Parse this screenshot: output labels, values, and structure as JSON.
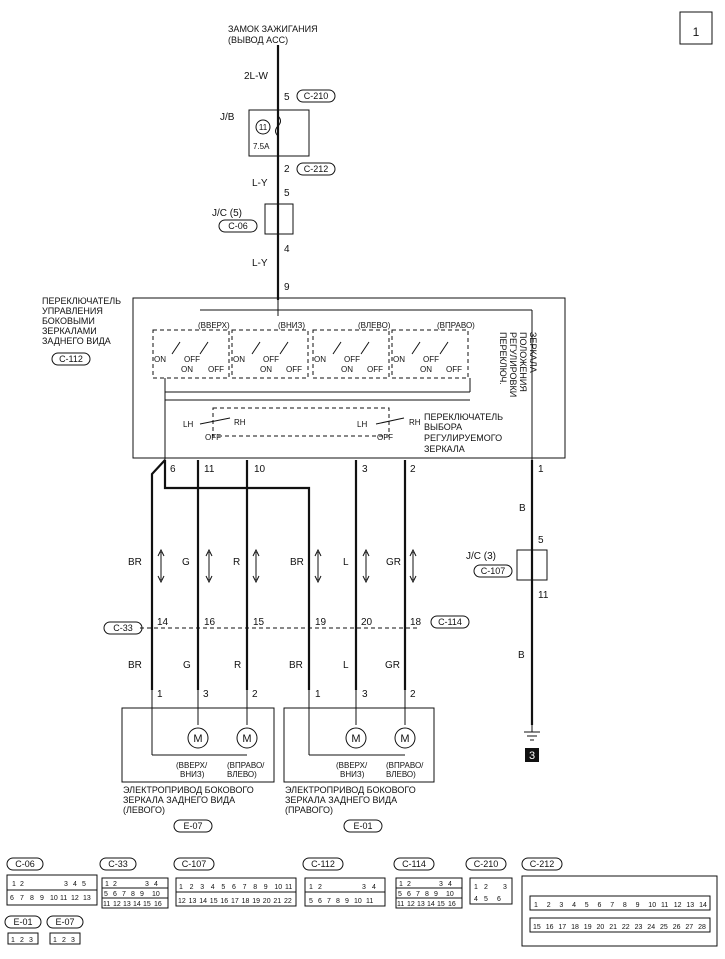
{
  "page_number": "1",
  "ignition": {
    "line1": "ЗАМОК ЗАЖИГАНИЯ",
    "line2": "(ВЫВОД ACC)"
  },
  "wires": {
    "w_2lw": "2L-W",
    "w_ly1": "L-Y",
    "w_ly2": "L-Y",
    "w_b1": "B",
    "w_b2": "B",
    "w_br_left": "BR",
    "w_g": "G",
    "w_r": "R",
    "w_br_right": "BR",
    "w_l": "L",
    "w_gr": "GR",
    "w_br_left2": "BR",
    "w_g2": "G",
    "w_r2": "R",
    "w_br_right2": "BR",
    "w_l2": "L",
    "w_gr2": "GR"
  },
  "connectors": {
    "c210": "C-210",
    "c212": "C-212",
    "c06": "C-06",
    "c112": "C-112",
    "c33": "C-33",
    "c114": "C-114",
    "c107": "C-107",
    "e07": "E-07",
    "e01": "E-01"
  },
  "pins": {
    "p5a": "5",
    "p2a": "2",
    "p5b": "5",
    "p4": "4",
    "p9": "9",
    "p6": "6",
    "p11": "11",
    "p10": "10",
    "p3": "3",
    "p2b": "2",
    "p1": "1",
    "p5c": "5",
    "p11b": "11",
    "p14": "14",
    "p16": "16",
    "p15": "15",
    "p19": "19",
    "p20": "20",
    "p18": "18",
    "m1a": "1",
    "m3a": "3",
    "m2a": "2",
    "m1b": "1",
    "m3b": "3",
    "m2b": "2"
  },
  "jb": {
    "label": "J/B",
    "fuse_no": "11",
    "rating": "7.5A"
  },
  "jc5": {
    "label": "J/C (5)"
  },
  "jc3": {
    "label": "J/C (3)"
  },
  "switch_unit": {
    "title": [
      "ПЕРЕКЛЮЧАТЕЛЬ",
      "УПРАВЛЕНИЯ",
      "БОКОВЫМИ",
      "ЗЕРКАЛАМИ",
      "ЗАДНЕГО ВИДА"
    ],
    "dir_up": "(ВВЕРХ)",
    "dir_down": "(ВНИЗ)",
    "dir_left": "(ВЛЕВО)",
    "dir_right": "(ВПРАВО)",
    "on": "ON",
    "off": "OFF",
    "adjust_label": [
      "ПЕРЕКЛЮЧ.",
      "РЕГУЛИРОВКИ",
      "ПОЛОЖЕНИЯ",
      "ЗЕРКАЛА"
    ],
    "select_label": [
      "ПЕРЕКЛЮЧАТЕЛЬ",
      "ВЫБОРА",
      "РЕГУЛИРУЕМОГО",
      "ЗЕРКАЛА"
    ],
    "lh": "LH",
    "rh": "RH"
  },
  "motors": {
    "m_label": "M",
    "left_sub": [
      "(ВВЕРХ/",
      "ВНИЗ)"
    ],
    "left_sub2": [
      "(ВПРАВО/",
      "ВЛЕВО)"
    ],
    "right_sub": [
      "(ВВЕРХ/",
      "ВНИЗ)"
    ],
    "right_sub2": [
      "(ВПРАВО/",
      "ВЛЕВО)"
    ],
    "left_title": [
      "ЭЛЕКТРОПРИВОД БОКОВОГО",
      "ЗЕРКАЛА ЗАДНЕГО ВИДА",
      "(ЛЕВОГО)"
    ],
    "right_title": [
      "ЭЛЕКТРОПРИВОД БОКОВОГО",
      "ЗЕРКАЛА ЗАДНЕГО ВИДА",
      "(ПРАВОГО)"
    ]
  },
  "ground": {
    "number": "3"
  },
  "legend": {
    "c06": "C-06",
    "c33": "C-33",
    "c107": "C-107",
    "c112": "C-112",
    "c114": "C-114",
    "c210": "C-210",
    "c212": "C-212",
    "e01": "E-01",
    "e07": "E-07",
    "c06_pins": [
      "1",
      "2",
      "3",
      "4",
      "5",
      "6",
      "7",
      "8",
      "9",
      "10",
      "11",
      "12",
      "13"
    ],
    "c33_pins": [
      "1",
      "2",
      "3",
      "4",
      "5",
      "6",
      "7",
      "8",
      "9",
      "10",
      "11",
      "12",
      "13",
      "14",
      "15",
      "16"
    ],
    "c107_pins": [
      "1",
      "2",
      "3",
      "4",
      "5",
      "6",
      "7",
      "8",
      "9",
      "10",
      "11",
      "12",
      "13",
      "14",
      "15",
      "16",
      "17",
      "18",
      "19",
      "20",
      "21",
      "22"
    ],
    "c112_pins": [
      "1",
      "2",
      "3",
      "4",
      "5",
      "6",
      "7",
      "8",
      "9",
      "10",
      "11"
    ],
    "c114_pins": [
      "1",
      "2",
      "3",
      "4",
      "5",
      "6",
      "7",
      "8",
      "9",
      "10",
      "11",
      "12",
      "13",
      "14",
      "15",
      "16"
    ],
    "c210_pins": [
      "1",
      "2",
      "3",
      "4",
      "5",
      "6"
    ],
    "c212_pins": [
      "1",
      "2",
      "3",
      "4",
      "5",
      "6",
      "7",
      "8",
      "9",
      "10",
      "11",
      "12",
      "13",
      "14",
      "15",
      "16",
      "17",
      "18",
      "19",
      "20",
      "21",
      "22",
      "23",
      "24",
      "25",
      "26",
      "27",
      "28"
    ],
    "e_pins": [
      "1",
      "2",
      "3"
    ]
  }
}
